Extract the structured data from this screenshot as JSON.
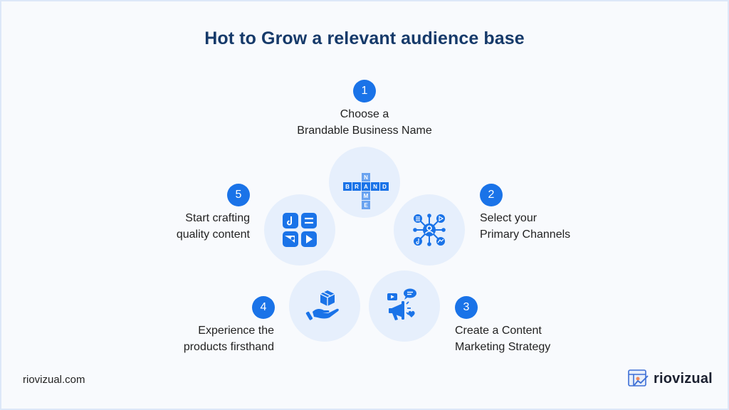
{
  "title": "Hot to Grow a relevant audience base",
  "accent_color": "#1a73e8",
  "steps": [
    {
      "number": "1",
      "line1": "Choose a",
      "line2": "Brandable Business Name",
      "icon": "brand-name-crossword-icon"
    },
    {
      "number": "2",
      "line1": "Select your",
      "line2": "Primary Channels",
      "icon": "channels-network-icon"
    },
    {
      "number": "3",
      "line1": "Create a Content",
      "line2": "Marketing Strategy",
      "icon": "megaphone-icon"
    },
    {
      "number": "4",
      "line1": "Experience the",
      "line2": "products firsthand",
      "icon": "hand-box-icon"
    },
    {
      "number": "5",
      "line1": "Start crafting",
      "line2": "quality content",
      "icon": "content-grid-icon"
    }
  ],
  "crossword": {
    "across": [
      "B",
      "R",
      "A",
      "N",
      "D"
    ],
    "down": [
      "N",
      "A",
      "M",
      "E"
    ]
  },
  "footer": {
    "website": "riovizual.com",
    "logo_text": "riovizual"
  }
}
